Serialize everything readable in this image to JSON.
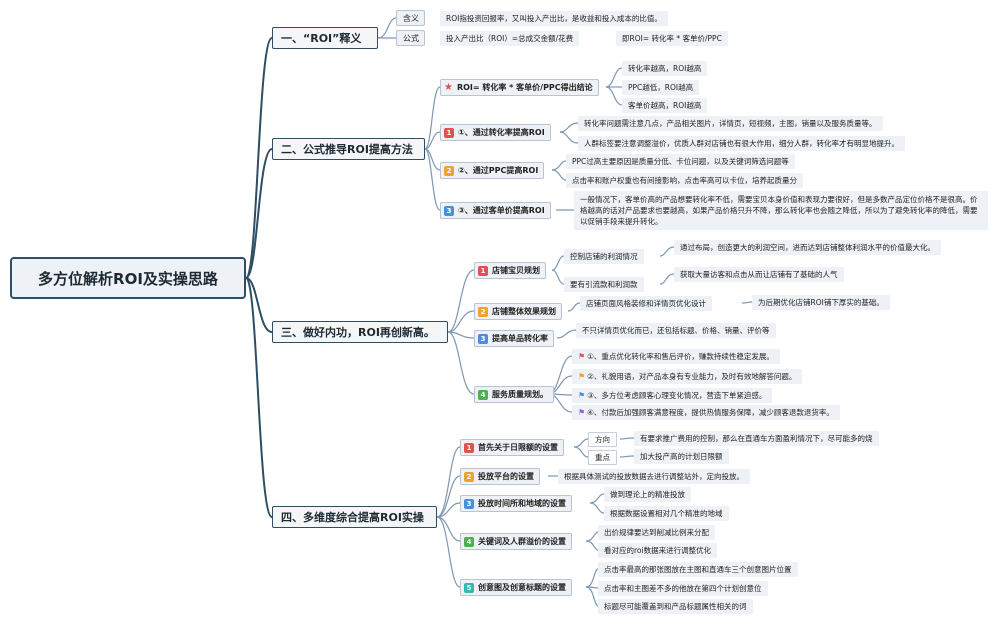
{
  "root": "多方位解析ROI及实操思路",
  "s1": {
    "title": "一、“ROI”释义",
    "labels": [
      "含义",
      "公式"
    ],
    "hanyi": "ROI指投资回报率，又叫投入产出比，是收益和投入成本的比值。",
    "gongshi": "投入产出比（ROI）=总成交金额/花费",
    "gongshi2": "即ROI= 转化率 * 客单价/PPC"
  },
  "s2": {
    "title": "二、公式推导ROI提高方法",
    "a": "ROI= 转化率 * 客单价/PPC得出结论",
    "a_leaves": [
      "转化率越高，ROI越高",
      "PPC越低，ROI越高",
      "客单价越高，ROI越高"
    ],
    "b": "①、通过转化率提高ROI",
    "b_leaves": [
      "转化率问题需注意几点，产品相关图片，详情页，短视频，主图，销量以及服务质量等。",
      "人群标签要注意调整溢价，优质人群对店铺也有很大作用，细分人群，转化率才有明显地提升。"
    ],
    "c": "②、通过PPC提高ROI",
    "c_leaves": [
      "PPC过高主要原因是质量分低、卡位问题，以及关键词筛选问题等",
      "点击率和账户权重也有间接影响，点击率高可以卡位，培养起质量分"
    ],
    "d": "③、通过客单价提高ROI",
    "d_leaf": "一般情况下，客单价高的产品想要转化率不低，需要宝贝本身价值和表现力要很好，但是多数产品定位价格不是很高。价格越高的话对产品要求也要越高，如果产品价格只升不降，那么转化率也会随之降低，所以为了避免转化率的降低，需要以促销手段来提升转化。"
  },
  "s3": {
    "title": "三、做好内功，ROI再创新高。",
    "a": "店铺宝贝规划",
    "a_subs": [
      "控制店铺的利润情况",
      "要有引流款和利润款"
    ],
    "a_leaves": [
      "通过布局，创造更大的利润空间，进而达到店铺整体利润水平的价值最大化。",
      "获取大量访客和点击从而让店铺有了基础的人气"
    ],
    "b": "店铺整体效果规划",
    "b_sub": "店铺页面风格装修和详情页优化设计",
    "b_leaf": "为后期优化店铺ROI铺下厚实的基础。",
    "c": "提高单品转化率",
    "c_leaf": "不只详情页优化而已，还包括标题、价格、销量、评价等",
    "d": "服务质量规划。",
    "d_leaves": [
      "①、重点优化转化率和售后评价，赚款持续性稳定发展。",
      "②、礼貌用语，对产品本身有专业能力，及时有效地解答问题。",
      "③、多方位考虑顾客心理变化情况，营造下单紧迫感。",
      "④、付款后加强顾客满意程度，提供热情服务保障，减少顾客退款退货率。"
    ]
  },
  "s4": {
    "title": "四、多维度综合提高ROI实操",
    "a": "首先关于日限额的设置",
    "a_subs": [
      "方向",
      "重点"
    ],
    "a_leaves": [
      "有要求推广费用的控制，那么在直通车方面盈利情况下，尽可能多的烧",
      "加大投产高的计划日限额"
    ],
    "b": "投放平台的设置",
    "b_leaf": "根据具体测试的投放数据去进行调整站外，定向投放。",
    "c": "投放时间所和地域的设置",
    "c_leaves": [
      "做到理论上的精准投放",
      "根据数据设置相对几个精准的地域"
    ],
    "d": "关键词及人群溢价的设置",
    "d_leaves": [
      "出价规律要达到削减比例来分配",
      "看对应的roi数据来进行调整优化"
    ],
    "e": "创意图及创意标题的设置",
    "e_leaves": [
      "点击率最高的那张图放在主图和直通车三个创意图片位置",
      "点击率和主图差不多的他放在第四个计划创意位",
      "标题尽可能覆盖到和产品标题属性相关的词"
    ]
  },
  "colors": {
    "line": "#2d4e64",
    "leaf_bg": "#eef1f5"
  }
}
